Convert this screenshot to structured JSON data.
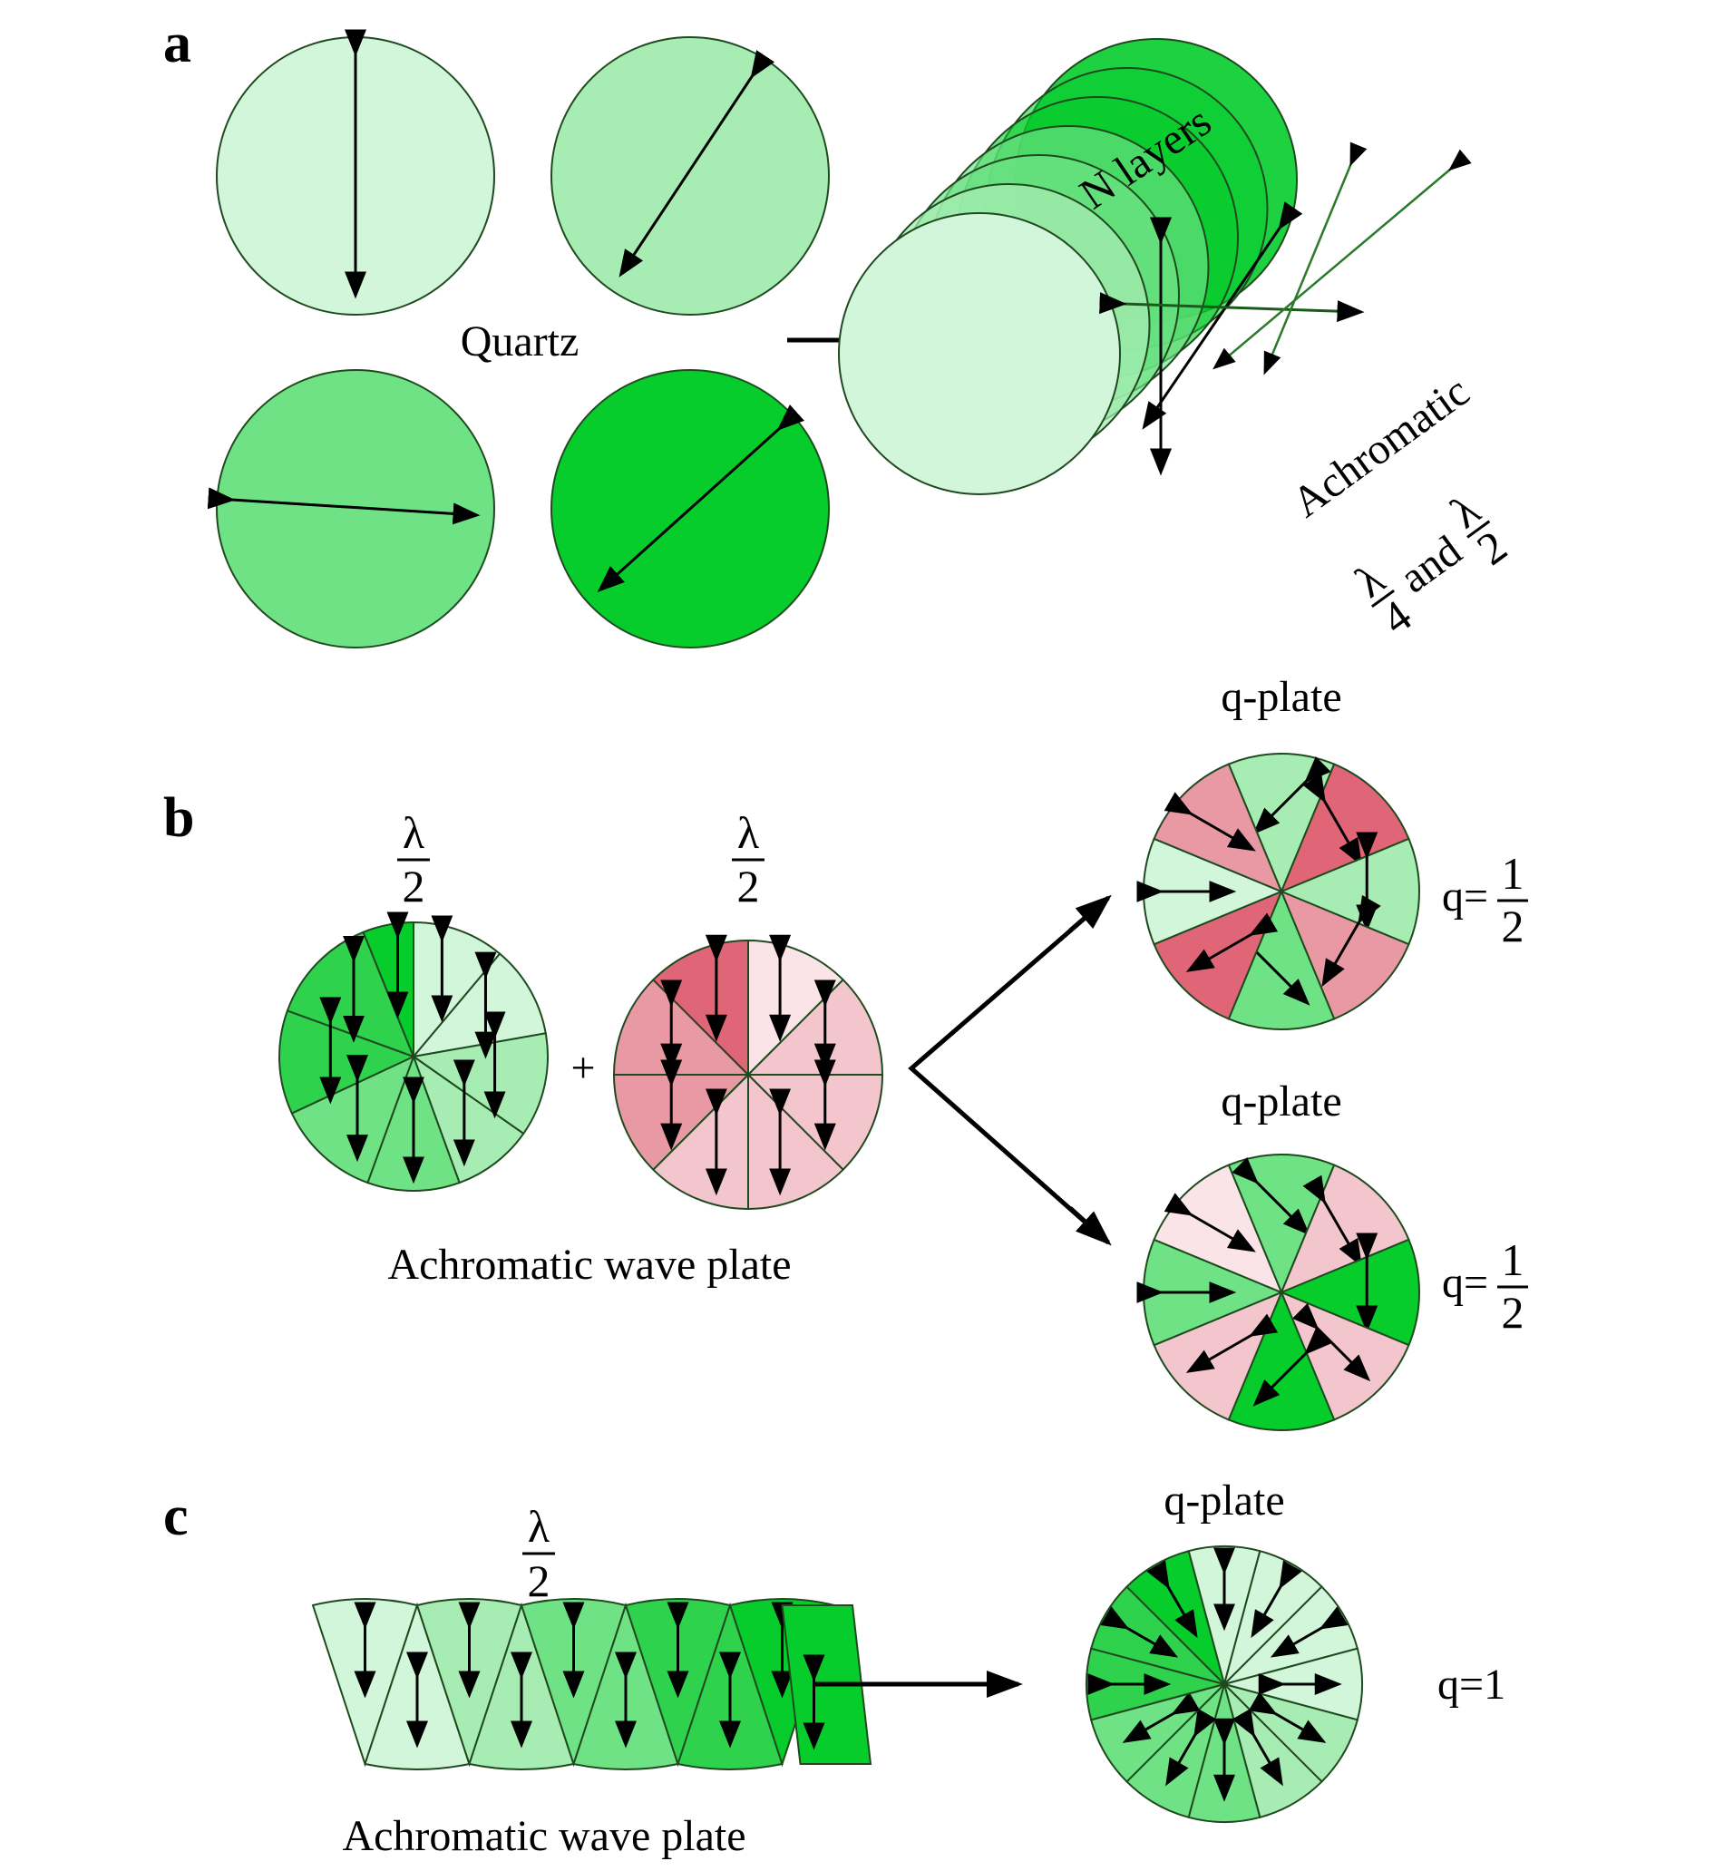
{
  "panels": {
    "a": "a",
    "b": "b",
    "c": "c"
  },
  "colors": {
    "green_1": "#d2f6da",
    "green_2": "#a6ecb3",
    "green_3": "#6ee285",
    "green_4": "#06cc2c",
    "pink_1": "#fbe4e8",
    "pink_2": "#f3c6cd",
    "pink_3": "#e999a4",
    "pink_4": "#e06577",
    "outline": "#1f4a1f"
  },
  "panel_a": {
    "material": "Quartz",
    "stack_label": "N layers",
    "stack_desc": "Achromatic",
    "stack_and": "and",
    "lambda": "λ",
    "four": "4",
    "two": "2"
  },
  "panel_b": {
    "lambda": "λ",
    "two": "2",
    "plus": "+",
    "caption": "Achromatic wave plate",
    "top_title": "q-plate",
    "bottom_title": "q-plate",
    "q_prefix": "q=",
    "q_num": "1",
    "q_den": "2"
  },
  "panel_c": {
    "lambda": "λ",
    "two": "2",
    "caption": "Achromatic wave plate",
    "title": "q-plate",
    "q_label": "q=1"
  }
}
